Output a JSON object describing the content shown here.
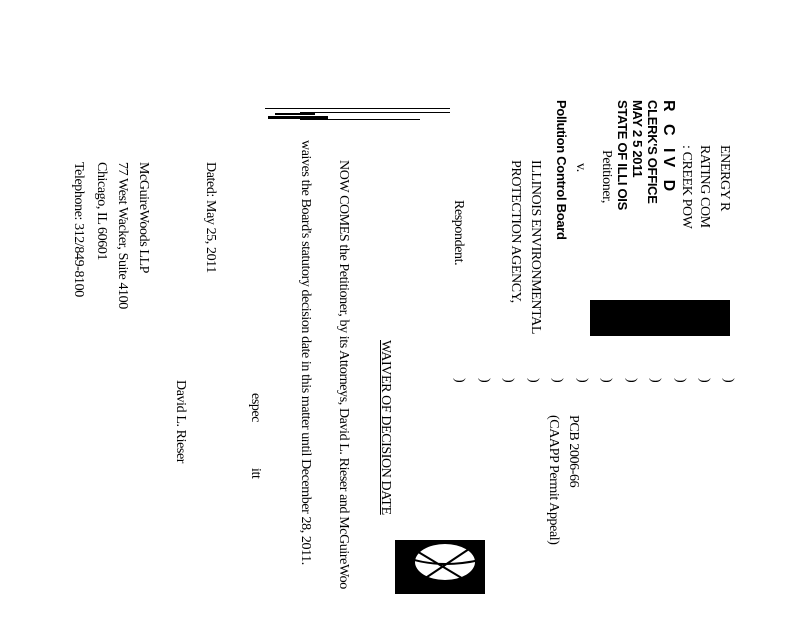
{
  "stamp": {
    "line1": "R  C  IV  D",
    "line2": "CLERK'S OFFICE",
    "line3": "MAY 2 5 2011",
    "line4": "STATE OF ILLI  OIS",
    "line5": "Pollution Control Board"
  },
  "caption": {
    "petitioner_lines": [
      "ENERGY R",
      "RATING COM",
      ": CREEK POW"
    ],
    "petitioner_label": "Petitioner,",
    "versus": "v.",
    "respondent_lines": [
      "ILLINOIS ENVIRONMENTAL",
      "PROTECTION AGENCY,"
    ],
    "respondent_label": "Respondent.",
    "paren": ")",
    "case_number": "PCB 2006-66",
    "case_type": "(CAAPP Permit Appeal)"
  },
  "title": "WAIVER OF DECISION DATE",
  "body": {
    "line1": "NOW COMES the Petitioner, by its Attorneys, David L. Rieser and McGuireWoo",
    "line2": "waives the Board's statutory decision date in this matter until December 28, 2011."
  },
  "closing": {
    "respectfully_part1": "espec",
    "respectfully_part2": "itt",
    "signer": "David L. Rieser",
    "dated": "Dated: May 25, 2011"
  },
  "firm": {
    "name": "McGuireWoods LLP",
    "address1": "77 West Wacker, Suite 4100",
    "address2": "Chicago, IL  60601",
    "telephone": "Telephone:  312/849-8100"
  }
}
